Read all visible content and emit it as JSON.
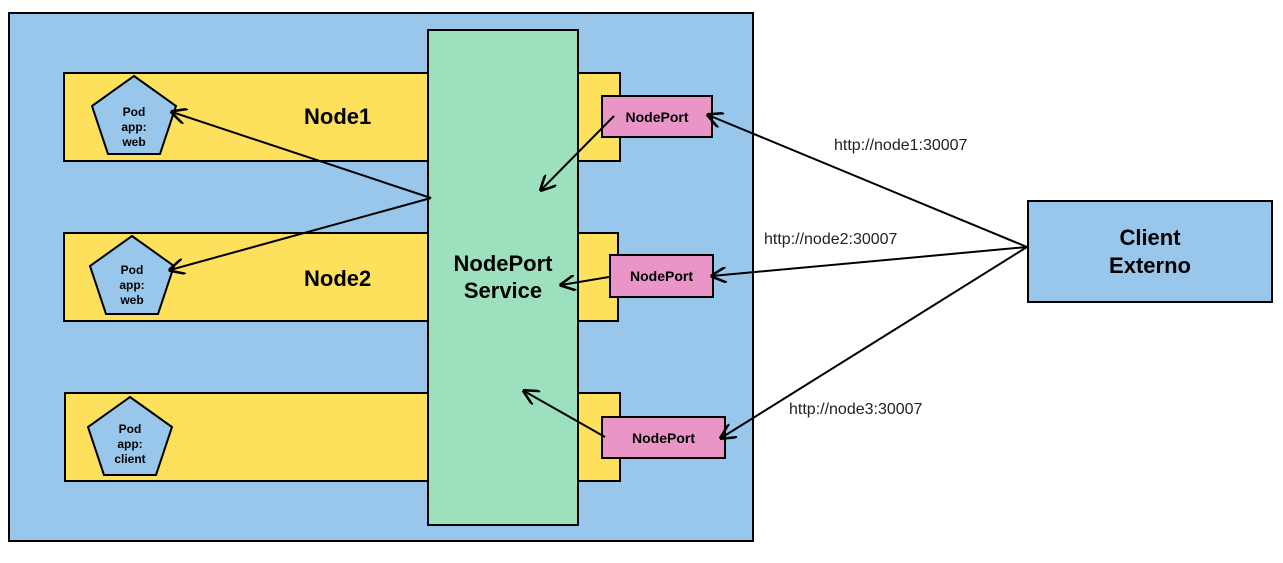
{
  "nodes": [
    {
      "label": "Node1",
      "pod": {
        "title": "Pod",
        "line1": "app:",
        "line2": "web"
      }
    },
    {
      "label": "Node2",
      "pod": {
        "title": "Pod",
        "line1": "app:",
        "line2": "web"
      }
    },
    {
      "label": "",
      "pod": {
        "title": "Pod",
        "line1": "app:",
        "line2": "client"
      }
    }
  ],
  "service": {
    "line1": "NodePort",
    "line2": "Service"
  },
  "nodeports": [
    "NodePort",
    "NodePort",
    "NodePort"
  ],
  "client": {
    "line1": "Client",
    "line2": "Externo"
  },
  "urls": [
    "http://node1:30007",
    "http://node2:30007",
    "http://node3:30007"
  ],
  "colors": {
    "cluster": "#99c7ec",
    "node": "#fde05c",
    "service": "#9ce0bd",
    "nodeport": "#ea95c8",
    "pod": "#99c7ec",
    "client": "#99c7ec"
  }
}
